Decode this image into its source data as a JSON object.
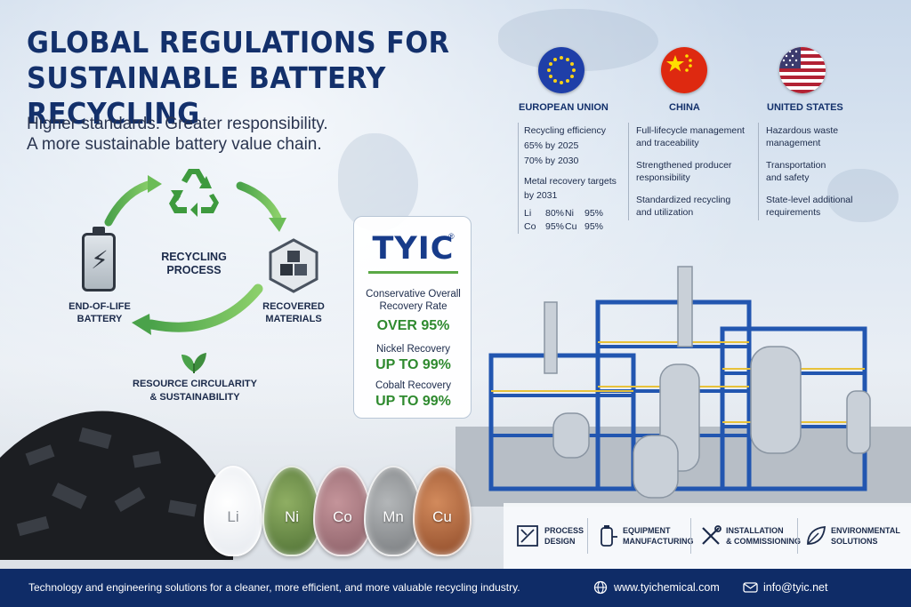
{
  "header": {
    "title_line1": "GLOBAL REGULATIONS FOR",
    "title_line2": "SUSTAINABLE BATTERY RECYCLING",
    "subtitle_line1": "Higher standards. Greater responsibility.",
    "subtitle_line2": "A more sustainable battery value chain."
  },
  "process": {
    "center_line1": "RECYCLING",
    "center_line2": "PROCESS",
    "battery_line1": "END-OF-LIFE",
    "battery_line2": "BATTERY",
    "materials_line1": "RECOVERED",
    "materials_line2": "MATERIALS",
    "circularity_line1": "RESOURCE CIRCULARITY",
    "circularity_line2": "& SUSTAINABILITY"
  },
  "tyic_card": {
    "logo": "TYIC",
    "reg_mark": "®",
    "overall_label_line1": "Conservative Overall",
    "overall_label_line2": "Recovery Rate",
    "overall_value": "OVER 95%",
    "nickel_label": "Nickel Recovery",
    "nickel_value": "UP TO 99%",
    "cobalt_label": "Cobalt Recovery",
    "cobalt_value": "UP TO 99%"
  },
  "regions": {
    "eu": {
      "title": "EUROPEAN UNION",
      "line1": "Recycling efficiency",
      "line2": "65% by 2025",
      "line3": "70% by 2030",
      "line4": "Metal recovery targets",
      "line5": "by 2031",
      "metals": [
        {
          "sym": "Li",
          "val": "80%"
        },
        {
          "sym": "Ni",
          "val": "95%"
        },
        {
          "sym": "Co",
          "val": "95%"
        },
        {
          "sym": "Cu",
          "val": "95%"
        }
      ]
    },
    "china": {
      "title": "CHINA",
      "p1_line1": "Full-lifecycle management",
      "p1_line2": "and traceability",
      "p2_line1": "Strengthened producer",
      "p2_line2": "responsibility",
      "p3_line1": "Standardized recycling",
      "p3_line2": "and utilization"
    },
    "us": {
      "title": "UNITED STATES",
      "p1_line1": "Hazardous waste",
      "p1_line2": "management",
      "p2_line1": "Transportation",
      "p2_line2": "and safety",
      "p3_line1": "State-level additional",
      "p3_line2": "requirements"
    }
  },
  "flasks": [
    "Li",
    "Ni",
    "Co",
    "Mn",
    "Cu"
  ],
  "services": [
    {
      "line1": "PROCESS",
      "line2": "DESIGN"
    },
    {
      "line1": "EQUIPMENT",
      "line2": "MANUFACTURING"
    },
    {
      "line1": "INSTALLATION",
      "line2": "& COMMISSIONING"
    },
    {
      "line1": "ENVIRONMENTAL",
      "line2": "SOLUTIONS"
    }
  ],
  "footer": {
    "tagline": "Technology and engineering solutions for a cleaner, more efficient, and more valuable recycling industry.",
    "website": "www.tyichemical.com",
    "email": "info@tyic.net"
  },
  "colors": {
    "title_navy": "#13306b",
    "accent_green": "#2f8a2f",
    "footer_navy": "#0f2c67",
    "tyic_blue": "#173b8a"
  }
}
